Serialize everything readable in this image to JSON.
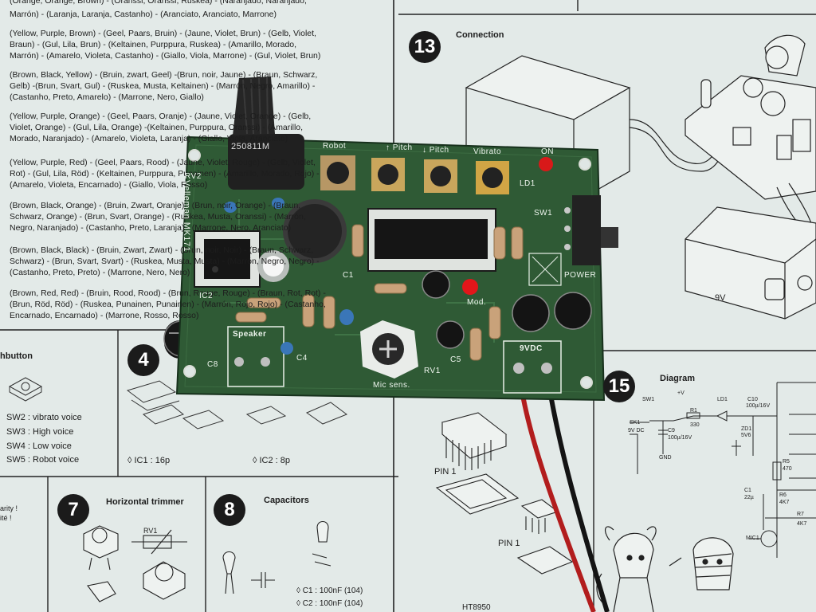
{
  "manual": {
    "color_codes": [
      "(Orange, Orange, Brown) - (Oranssi, Oranssi, Ruskea) - (Naranjado, Naranjado,",
      "Marrón) - (Laranja, Laranja, Castanho) - (Aranciato, Aranciato, Marrone)",
      "(Yellow, Purple, Brown) - (Geel, Paars, Bruin) - (Jaune, Violet, Brun) - (Gelb, Violet,",
      "Braun) - (Gul, Lila, Brun) - (Keltainen, Purppura, Ruskea) - (Amarillo, Morado,",
      "Marrón) - (Amarelo, Violeta, Castanho) - (Giallo, Viola, Marrone) - (Gul, Violet, Brun)",
      "(Brown, Black, Yellow) - (Bruin, zwart, Geel) -(Brun, noir, Jaune) - (Braun, Schwarz,",
      "Gelb) -(Brun, Svart, Gul) - (Ruskea, Musta, Keltainen) - (Marrón, Negro, Amarillo) -",
      "(Castanho, Preto, Amarelo) - (Marrone, Nero, Giallo)",
      "(Yellow, Purple, Orange) - (Geel, Paars, Oranje) - (Jaune, Violet, Orange) - (Gelb,",
      "Violet, Orange) - (Gul, Lila, Orange) -(Keltainen, Purppura, Oranssi) - (Amarillo,",
      "Morado, Naranjado) - (Amarelo, Violeta, Laranja) - (Giallo, Viola, Aranciato)",
      "(Yellow, Purple, Red) - (Geel, Paars, Rood) - (Jaune, Violet, Rouge) - (Gelb, Violet,",
      "Rot) - (Gul, Lila, Röd) - (Keltainen, Purppura, Punainen) - (Amarillo, Morado, Rojo) -",
      "(Amarelo, Violeta, Encarnado) - (Giallo, Viola, Rosso)",
      "(Brown, Black, Orange) - (Bruin, Zwart, Oranje) - (Brun, noir, Orange) - (Braun,",
      "Schwarz, Orange) - (Brun, Svart, Orange) - (Ruskea, Musta, Oranssi) - (Marrón,",
      "Negro, Naranjado) - (Castanho, Preto, Laranja) - (Marrone, Nero, Aranciato)",
      "(Brown, Black, Black) - (Bruin, Zwart, Zwart) - (Brun, noir, Noir) - (Braun, Schwarz,",
      "Schwarz) - (Brun, Svart, Svart) - (Ruskea, Musta, Musta) - (Marrón, Negro, Negro) -",
      "(Castanho, Preto, Preto) - (Marrone, Nero, Nero)",
      "(Brown, Red, Red) - (Bruin, Rood, Rood) - (Brun, Rouge, Rouge) - (Braun, Rot, Rot) -",
      "(Brun, Röd, Röd) - (Ruskea, Punainen, Punainen) - (Marrón, Rojo, Rojo) - (Castanho,",
      "Encarnado, Encarnado) - (Marrone, Rosso, Rosso)"
    ],
    "step13": {
      "number": "13",
      "title": "Connection",
      "battery_label": "9V"
    },
    "step4": {
      "number": "4",
      "ic1": "◊  IC1 : 16p",
      "ic2": "◊  IC2 : 8p"
    },
    "pushbutton": {
      "title": "hbutton",
      "items": [
        "SW2 : vibrato voice",
        "SW3 : High voice",
        "SW4 : Low voice",
        "SW5 : Robot voice"
      ]
    },
    "step7": {
      "number": "7",
      "title": "Horizontal trimmer",
      "label": "RV1"
    },
    "step8": {
      "number": "8",
      "title": "Capacitors",
      "items": [
        "◊  C1 : 100nF  (104)",
        "◊  C2 : 100nF  (104)"
      ]
    },
    "step15": {
      "number": "15",
      "title": "Diagram",
      "labels": [
        "SW1",
        "SK1",
        "9V DC",
        "R1",
        "330",
        "LD1",
        "C10",
        "100µ/16V",
        "C9",
        "100µ/16V",
        "ZD1",
        "5V6",
        "R5",
        "470",
        "C1",
        "22µ",
        "R6",
        "4K7",
        "R7",
        "4K7",
        "MIC1",
        "GND",
        "+V"
      ]
    },
    "ic_pin_label": "PIN 1",
    "ic_pin_label_2": "PIN 1",
    "partial_left": "arity !",
    "partial_left_2": "ité !",
    "bottom_text": "HT8950"
  },
  "board": {
    "brand": "Velleman MK171",
    "buttons": [
      "Robot",
      "↑ Pitch",
      "↓ Pitch",
      "Vibrato"
    ],
    "on_label": "ON",
    "ld1": "LD1",
    "sw1": "SW1",
    "power": "POWER",
    "speaker": "Speaker",
    "supply": "9VDC",
    "mic": "Mic sens.",
    "mod": "Mod.",
    "ic2": "IC2",
    "rv1": "RV1",
    "c1": "C1",
    "c4": "C4",
    "c5": "C5",
    "c8": "C8",
    "pot_code": "250811M",
    "pot_label": "RV2"
  },
  "colors": {
    "paper": "#e3eae8",
    "pcb": "#2f5a35",
    "pcb_dark": "#1f3e25",
    "silkscreen": "#eef5ee",
    "wire_red": "#b21d1d",
    "wire_black": "#141414"
  }
}
